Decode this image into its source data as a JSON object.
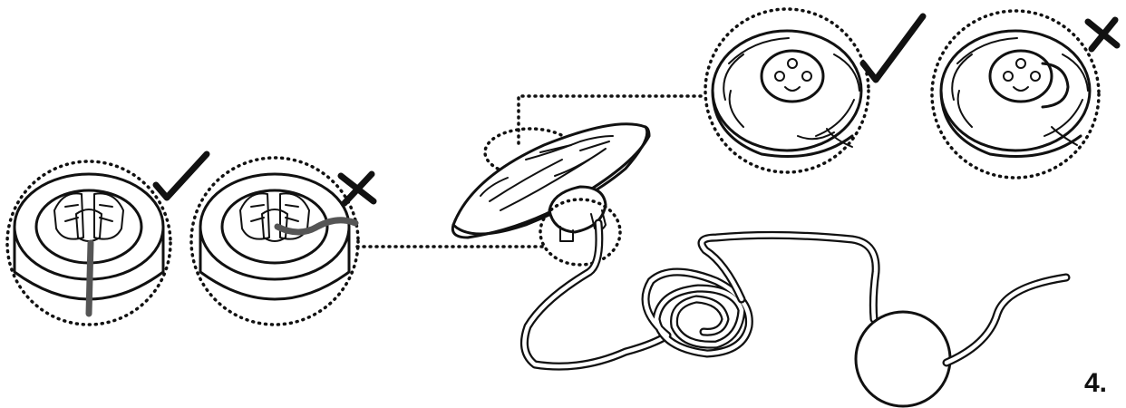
{
  "step": {
    "number": "4."
  },
  "callouts": [
    {
      "id": "cable-routing-left",
      "verdict": "correct"
    },
    {
      "id": "cable-routing-left",
      "verdict": "incorrect"
    },
    {
      "id": "cable-routing-top",
      "verdict": "correct"
    },
    {
      "id": "cable-routing-top",
      "verdict": "incorrect"
    }
  ],
  "icons": [
    "check-mark-icon",
    "cross-mark-icon"
  ]
}
